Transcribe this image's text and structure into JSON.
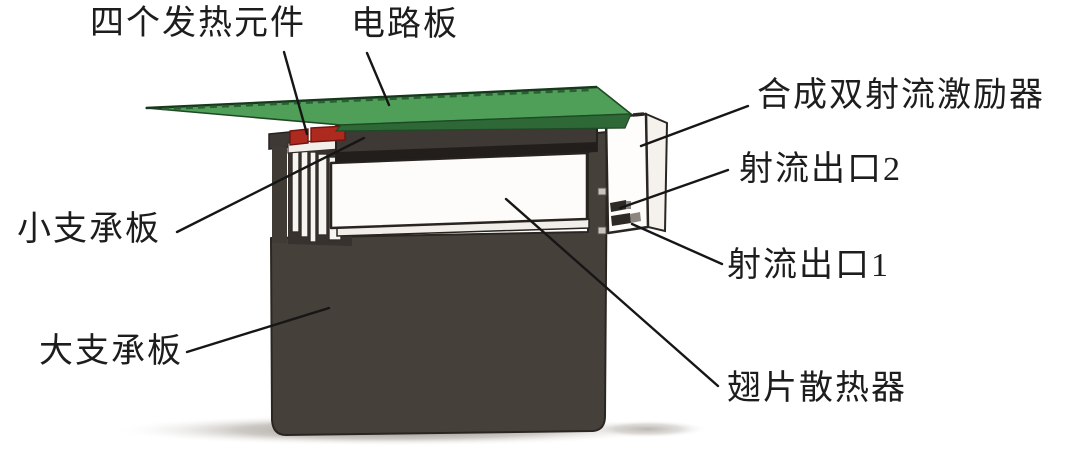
{
  "figure": {
    "type": "labeled-technical-diagram",
    "description_labels": {
      "heating_elements": "四个发热元件",
      "circuit_board": "电路板",
      "dual_jet_actuator": "合成双射流激励器",
      "jet_outlet_2": "射流出口2",
      "jet_outlet_1": "射流出口1",
      "finned_heatsink": "翅片散热器",
      "small_support_plate": "小支承板",
      "large_support_plate": "大支承板"
    },
    "colors": {
      "pcb_green": "#4f9f58",
      "pcb_edge_green": "#2e6837",
      "pcb_outline_green": "#1d4a24",
      "pcb_via_green": "#2c5e33",
      "heater_red": "#ae2a1e",
      "heater_outline": "#6e150f",
      "plate_dark": "#46403a",
      "plate_outline": "#2b2622",
      "small_plate_dark": "#3f3935",
      "small_plate_shadow": "#221e1b",
      "fin_backdrop": "#38322e",
      "fin_white": "#f7f5f1",
      "heatsink_white": "#fdfcfa",
      "heatsink_sliver": "#f1eeea",
      "actuator_white": "#fefdfb",
      "actuator_side": "#f5f2ee",
      "slot_dark": "#2e2925",
      "slot_gray": "#8d8680",
      "screw_gray": "#cac4bd",
      "leader_black": "#161616",
      "shadow_gray": "#7d756b"
    }
  }
}
